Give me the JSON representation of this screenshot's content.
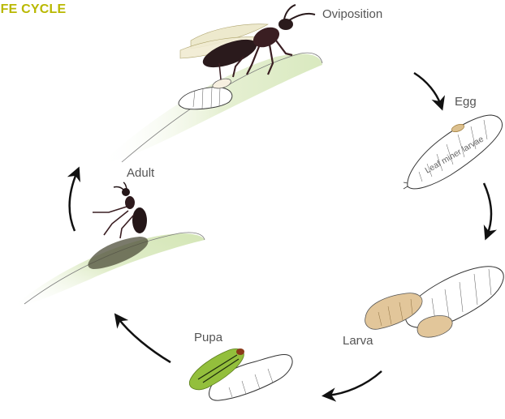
{
  "title": "IFE CYCLE",
  "stages": {
    "oviposition": "Oviposition",
    "egg": "Egg",
    "larva": "Larva",
    "pupa": "Pupa",
    "adult": "Adult"
  },
  "larva_annotation": "Leaf miner larvae",
  "colors": {
    "title": "#b9b800",
    "leaf": "#e3efcf",
    "wasp": "#2a1a1c",
    "host_larva_fill": "#ffffff",
    "parasitoid_larva": "#e2c69a",
    "egg": "#dcc08e",
    "pupa": "#93bf3c",
    "arrow": "#111111",
    "label": "#555555"
  }
}
